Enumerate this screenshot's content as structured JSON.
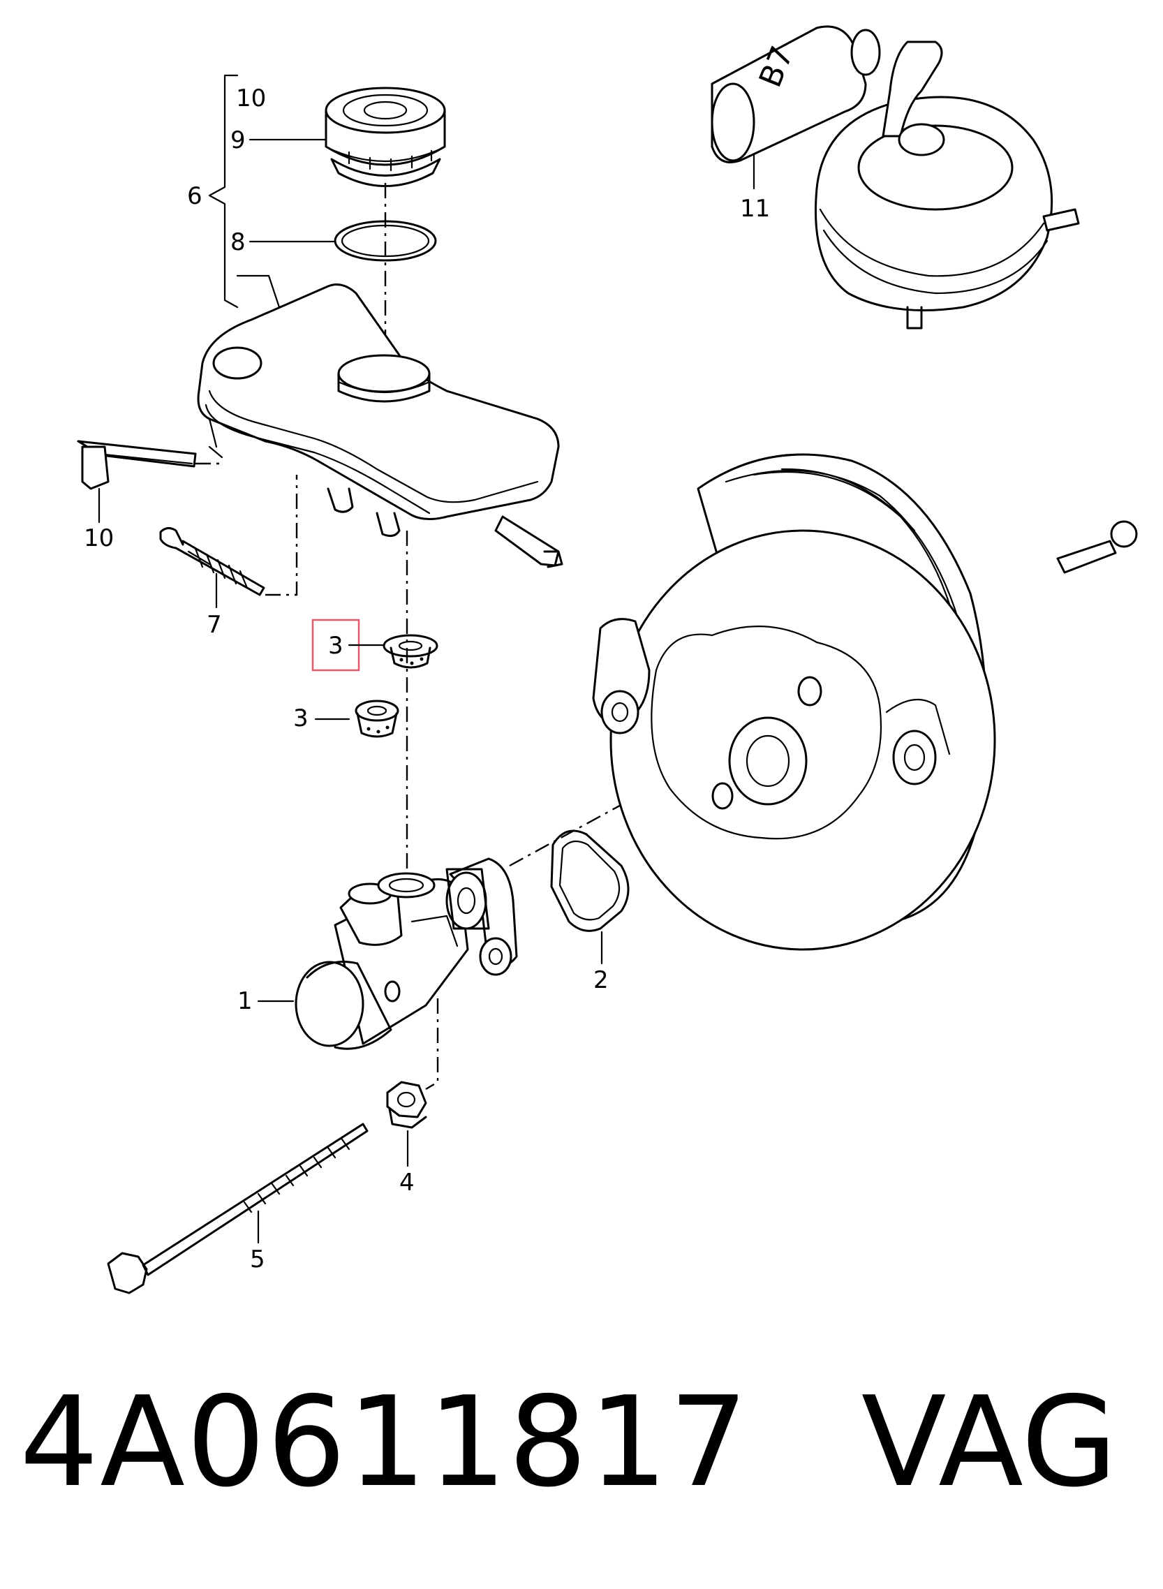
{
  "labels": {
    "p1": "1",
    "p2": "2",
    "p3_hl": "3",
    "p3": "3",
    "p4": "4",
    "p5": "5",
    "p6": "6",
    "p7": "7",
    "p8": "8",
    "p9": "9",
    "p10_top": "10",
    "p10": "10",
    "p11": "11",
    "sensor_mark": "B7"
  },
  "highlight_color": "#e05a6e",
  "footer": {
    "part_number": "4A0611817",
    "brand": "VAG"
  }
}
